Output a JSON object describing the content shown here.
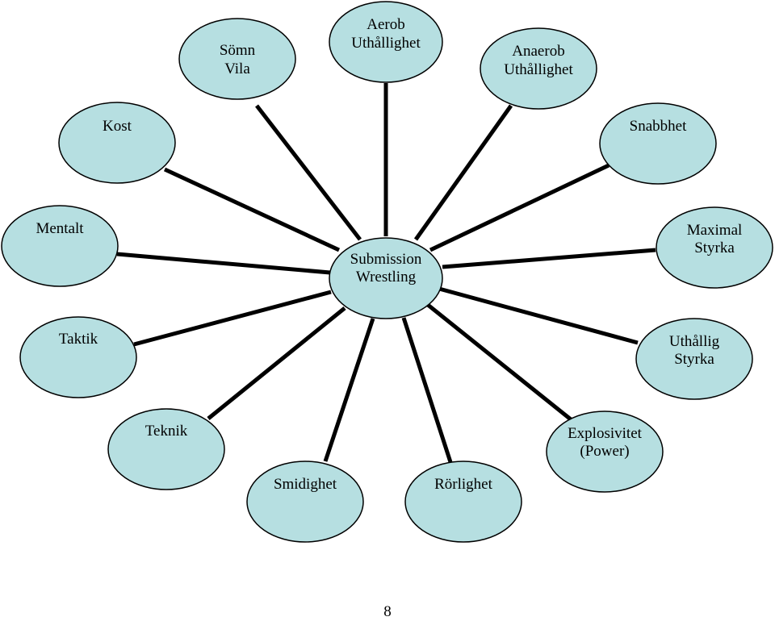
{
  "diagram": {
    "center": {
      "lines": [
        "Submission",
        "Wrestling"
      ]
    },
    "nodes": [
      {
        "id": "aerob-uthallighet",
        "lines": [
          "Aerob",
          "Uthållighet"
        ]
      },
      {
        "id": "anaerob-uthallighet",
        "lines": [
          "Anaerob",
          "Uthållighet"
        ]
      },
      {
        "id": "snabbhet",
        "lines": [
          "Snabbhet"
        ]
      },
      {
        "id": "maximal-styrka",
        "lines": [
          "Maximal",
          "Styrka"
        ]
      },
      {
        "id": "uthallig-styrka",
        "lines": [
          "Uthållig",
          "Styrka"
        ]
      },
      {
        "id": "explosivitet-power",
        "lines": [
          "Explosivitet",
          "(Power)"
        ]
      },
      {
        "id": "rorlighet",
        "lines": [
          "Rörlighet"
        ]
      },
      {
        "id": "smidighet",
        "lines": [
          "Smidighet"
        ]
      },
      {
        "id": "teknik",
        "lines": [
          "Teknik"
        ]
      },
      {
        "id": "taktik",
        "lines": [
          "Taktik"
        ]
      },
      {
        "id": "mentalt",
        "lines": [
          "Mentalt"
        ]
      },
      {
        "id": "kost",
        "lines": [
          "Kost"
        ]
      },
      {
        "id": "somn-vila",
        "lines": [
          "Sömn",
          "Vila"
        ]
      }
    ],
    "colors": {
      "bubble_fill": "#b6dfe1",
      "line": "#000000"
    }
  },
  "page": {
    "number": "8"
  }
}
